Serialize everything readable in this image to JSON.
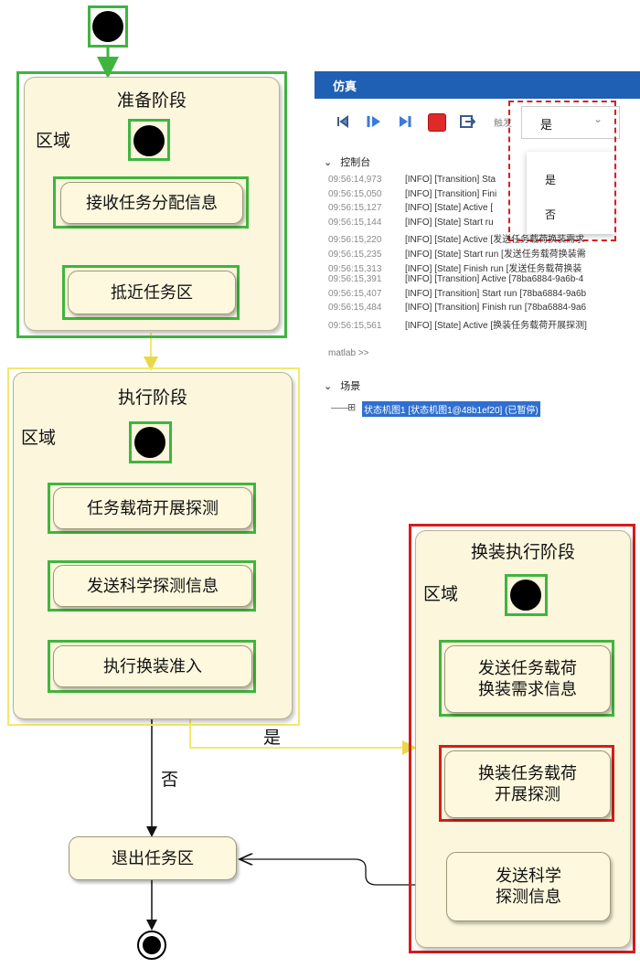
{
  "diagram": {
    "prep_stage": {
      "title": "准备阶段",
      "zone": "区域",
      "states": [
        "接收任务分配信息",
        "抵近任务区"
      ]
    },
    "exec_stage": {
      "title": "执行阶段",
      "zone": "区域",
      "states": [
        "任务载荷开展探测",
        "发送科学探测信息",
        "执行换装准入"
      ]
    },
    "swap_stage": {
      "title": "换装执行阶段",
      "zone": "区域",
      "states": [
        "发送任务载荷换装需求信息",
        "换装任务载荷开展探测",
        "发送科学探测信息"
      ],
      "state_lines": [
        [
          "发送任务载荷",
          "换装需求信息"
        ],
        [
          "换装任务载荷",
          "开展探测"
        ],
        [
          "发送科学",
          "探测信息"
        ]
      ]
    },
    "exit_state": "退出任务区",
    "guard_yes": "是",
    "guard_no": "否"
  },
  "sim_panel": {
    "title": "仿真",
    "trigger_label": "触发",
    "dropdown_value": "是",
    "dropdown_options": [
      "是",
      "否"
    ],
    "console_title": "控制台",
    "console_lines": [
      {
        "t": "09:56:14,973",
        "msg": "[INFO] [Transition] Sta"
      },
      {
        "t": "09:56:15,050",
        "msg": "[INFO] [Transition] Fini"
      },
      {
        "t": "09:56:15,127",
        "msg": "[INFO] [State] Active ["
      },
      {
        "t": "09:56:15,144",
        "msg": "[INFO] [State] Start ru"
      },
      {
        "t": "09:56:15,220",
        "msg": "[INFO] [State] Active [发送任务载荷换装需求"
      },
      {
        "t": "09:56:15,235",
        "msg": "[INFO] [State] Start run [发送任务载荷换装需"
      },
      {
        "t": "09:56:15,313",
        "msg": "[INFO] [State] Finish run [发送任务载荷换装"
      },
      {
        "t": "09:56:15,391",
        "msg": "[INFO] [Transition] Active [78ba6884-9a6b-4"
      },
      {
        "t": "09:56:15,407",
        "msg": "[INFO] [Transition] Start run [78ba6884-9a6b"
      },
      {
        "t": "09:56:15,484",
        "msg": "[INFO] [Transition] Finish run [78ba6884-9a6"
      },
      {
        "t": "09:56:15,561",
        "msg": "[INFO] [State] Active [换装任务载荷开展探测]"
      }
    ],
    "prompt": "matlab  >>",
    "scene_title": "场景",
    "scene_item": "状态机图1 [状态机图1@48b1ef20] (已暂停)"
  }
}
